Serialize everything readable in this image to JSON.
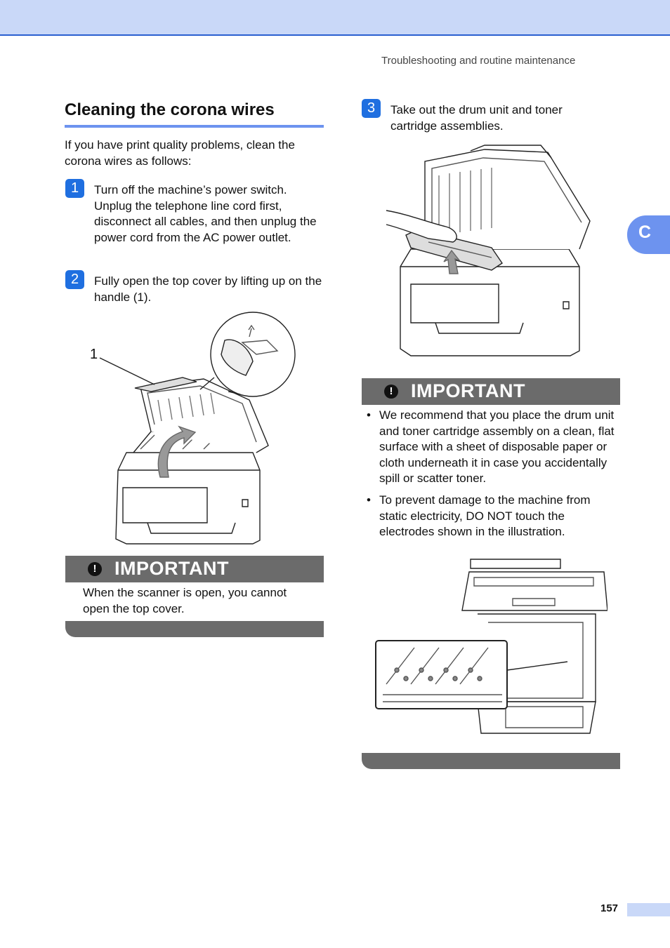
{
  "header": {
    "running_title": "Troubleshooting and routine maintenance"
  },
  "section": {
    "title": "Cleaning the corona wires",
    "intro": "If you have print quality problems, clean the corona wires as follows:"
  },
  "steps": [
    {
      "number": "1",
      "text": "Turn off the machine’s power switch. Unplug the telephone line cord first, disconnect all cables, and then unplug the power cord from the AC power outlet."
    },
    {
      "number": "2",
      "text": "Fully open the top cover by lifting up on the handle (1)."
    },
    {
      "number": "3",
      "text": "Take out the drum unit and toner cartridge assemblies."
    }
  ],
  "figure1": {
    "callout": "1"
  },
  "important_1": {
    "label": "IMPORTANT",
    "icon": "exclamation-icon",
    "text": "When the scanner is open, you cannot open the top cover."
  },
  "important_2": {
    "label": "IMPORTANT",
    "icon": "exclamation-icon",
    "bullets": [
      "We recommend that you place the drum unit and toner cartridge assembly on a clean, flat surface with a sheet of disposable paper or cloth underneath it in case you accidentally spill or scatter toner.",
      "To prevent damage to the machine from static electricity, DO NOT touch the electrodes shown in the illustration."
    ]
  },
  "side_tab": {
    "letter": "C"
  },
  "footer": {
    "page_number": "157"
  },
  "colors": {
    "accent_blue": "#1f6fe0",
    "rule_blue": "#6d93ef",
    "header_band": "#c9d8f8",
    "important_gray": "#6b6b6b"
  }
}
